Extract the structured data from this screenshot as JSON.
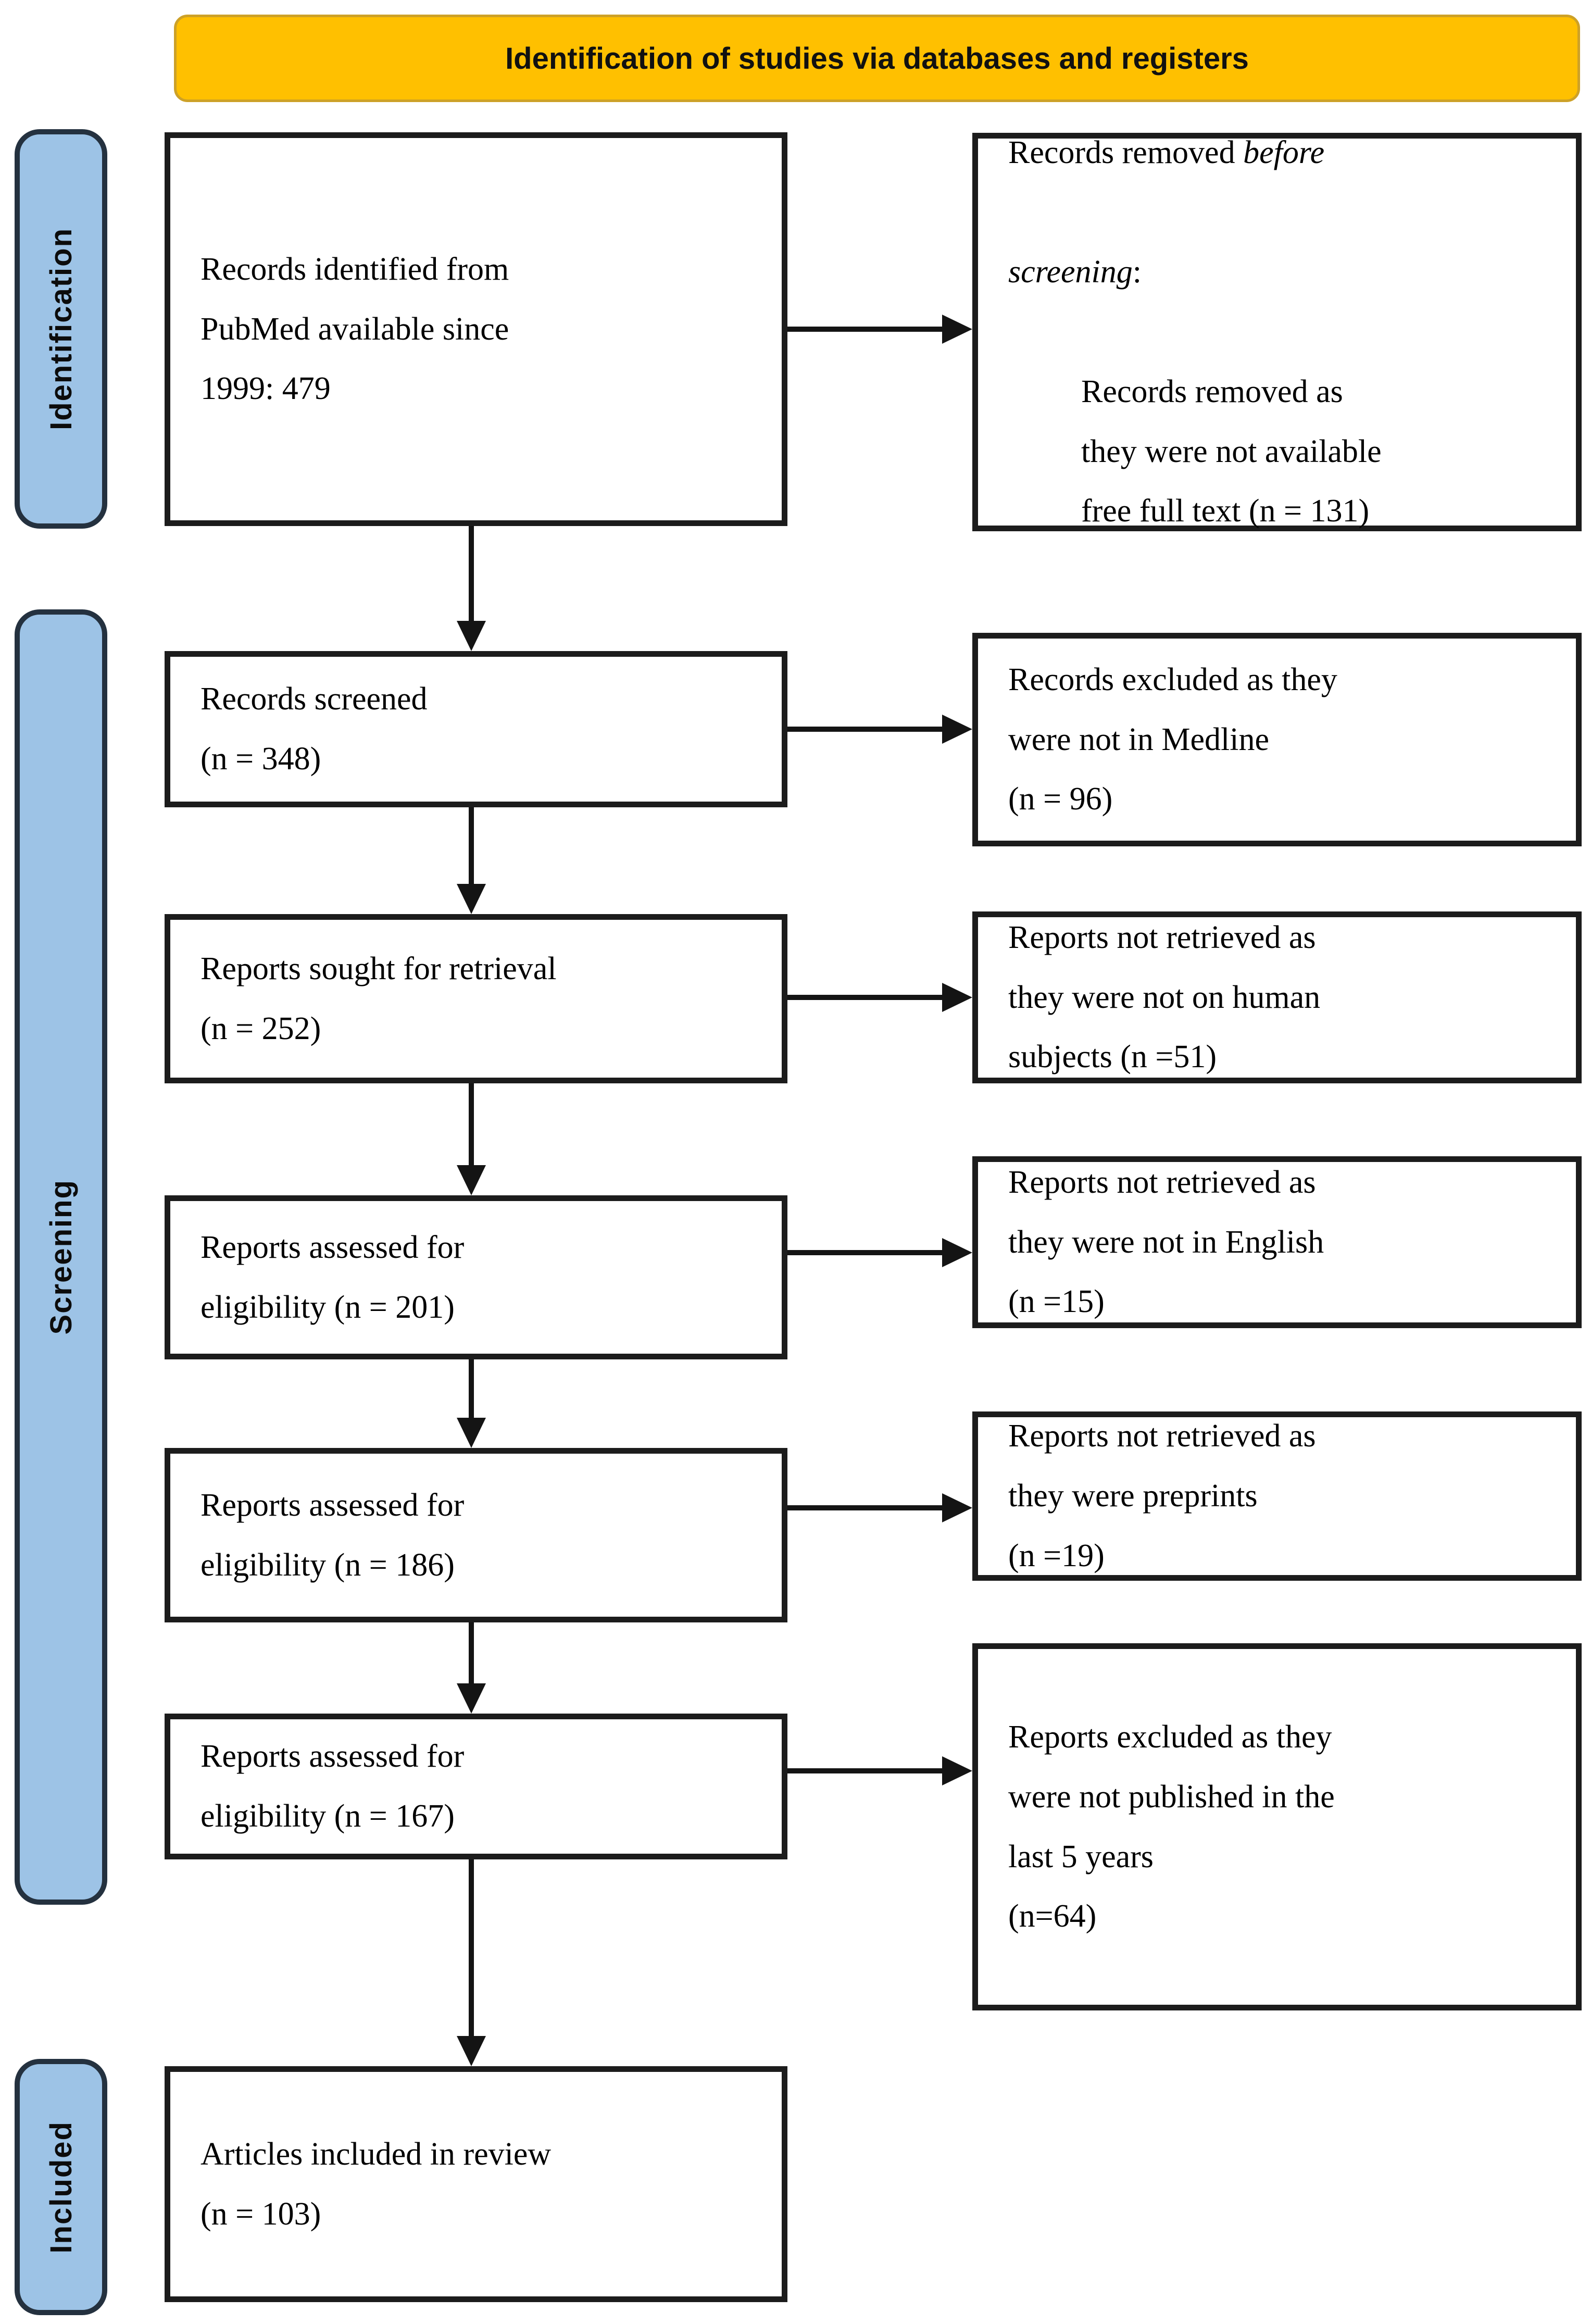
{
  "banner": {
    "label": "Identification of studies via databases and registers",
    "bg_color": "#FFC000"
  },
  "stages": {
    "bg_color": "#9DC3E6",
    "identification": "Identification",
    "screening": "Screening",
    "included": "Included"
  },
  "main_flow": [
    {
      "id": "records-identified",
      "lines": [
        "Records identified from",
        "PubMed available since",
        "1999: 479"
      ]
    },
    {
      "id": "records-screened",
      "lines": [
        "Records screened",
        "(n = 348)"
      ]
    },
    {
      "id": "reports-sought",
      "lines": [
        "Reports sought for retrieval",
        "(n = 252)"
      ]
    },
    {
      "id": "reports-eligibility-201",
      "lines": [
        "Reports assessed for",
        "eligibility (n = 201)"
      ]
    },
    {
      "id": "reports-eligibility-186",
      "lines": [
        "Reports assessed for",
        "eligibility (n = 186)"
      ]
    },
    {
      "id": "reports-eligibility-167",
      "lines": [
        "Reports assessed for",
        "eligibility (n = 167)"
      ]
    },
    {
      "id": "articles-included",
      "lines": [
        "Articles included in review",
        "(n = 103)"
      ]
    }
  ],
  "exclusions": {
    "before_screening": {
      "prefix": "Records removed ",
      "italic_line1": "before",
      "italic_line2": "screening",
      "suffix": ":",
      "reason_lines": [
        "Records removed as",
        "they were not available",
        "free full text (n = 131)"
      ]
    },
    "not_medline": {
      "lines": [
        "Records excluded as they",
        "were not in Medline",
        "(n = 96)"
      ]
    },
    "not_human": {
      "lines": [
        "Reports not retrieved as",
        "they were not on human",
        "subjects (n =51)"
      ]
    },
    "not_english": {
      "lines": [
        "Reports not retrieved as",
        "they were not in English",
        "(n =15)"
      ]
    },
    "preprints": {
      "lines": [
        "Reports not retrieved as",
        "they were preprints",
        "(n =19)"
      ]
    },
    "not_last_5_years": {
      "lines": [
        "Reports excluded as they",
        "were not published in the",
        "last 5 years",
        "(n=64)"
      ]
    }
  }
}
